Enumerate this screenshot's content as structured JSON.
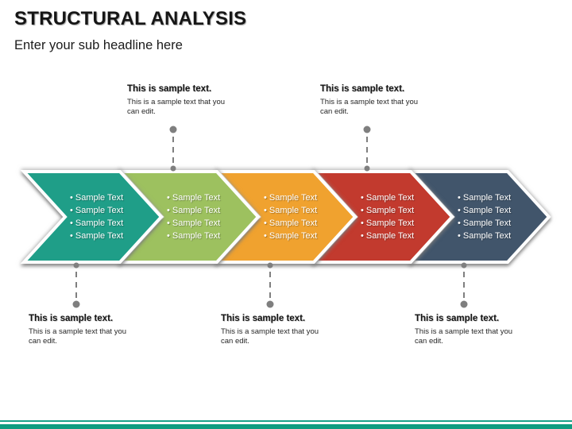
{
  "slide": {
    "title": "STRUCTURAL ANALYSIS",
    "subtitle": "Enter your sub headline here"
  },
  "bullet_char": "•",
  "arrows": [
    {
      "name": "stage-1",
      "color": "#1F9E88",
      "items": [
        "Sample Text",
        "Sample Text",
        "Sample Text",
        "Sample Text"
      ]
    },
    {
      "name": "stage-2",
      "color": "#9DC15F",
      "items": [
        "Sample Text",
        "Sample Text",
        "Sample Text",
        "Sample Text"
      ]
    },
    {
      "name": "stage-3",
      "color": "#F0A22F",
      "items": [
        "Sample Text",
        "Sample Text",
        "Sample Text",
        "Sample Text"
      ]
    },
    {
      "name": "stage-4",
      "color": "#C23A2E",
      "items": [
        "Sample Text",
        "Sample Text",
        "Sample Text",
        "Sample Text"
      ]
    },
    {
      "name": "stage-5",
      "color": "#41556B",
      "items": [
        "Sample Text",
        "Sample Text",
        "Sample Text",
        "Sample Text"
      ]
    }
  ],
  "callouts": {
    "top": [
      {
        "title": "This is sample text.",
        "body": "This is a sample text that you can edit."
      },
      {
        "title": "This is sample text.",
        "body": "This is a sample text that you can edit."
      }
    ],
    "bottom": [
      {
        "title": "This is sample text.",
        "body": "This is a sample text that you can edit."
      },
      {
        "title": "This is sample text.",
        "body": "This is a sample text that you can edit."
      },
      {
        "title": "This is sample text.",
        "body": "This is a sample text that you can edit."
      }
    ]
  },
  "connector_color": "#7f7f7f",
  "footer": {
    "line_color": "#1aa189",
    "bar_color": "#0e9c80"
  }
}
